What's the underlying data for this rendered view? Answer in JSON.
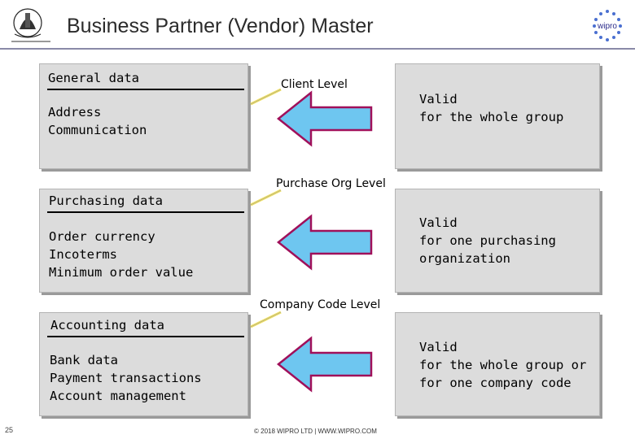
{
  "header": {
    "title": "Business Partner (Vendor) Master",
    "logo_left": "institution-logo",
    "logo_right_text": "wipro"
  },
  "rows": [
    {
      "left_title": "General data",
      "left_lines": [
        "Address",
        "Communication"
      ],
      "level_label": "Client Level",
      "right_lines": [
        "Valid",
        "for the whole group"
      ]
    },
    {
      "left_title": "Purchasing data",
      "left_lines": [
        "Order currency",
        "Incoterms",
        "Minimum order value"
      ],
      "level_label": "Purchase Org Level",
      "right_lines": [
        "Valid",
        "for one purchasing",
        "organization"
      ]
    },
    {
      "left_title": "Accounting data",
      "left_lines": [
        "Bank data",
        "Payment transactions",
        "Account management"
      ],
      "level_label": "Company Code Level",
      "right_lines": [
        "Valid",
        "for the whole group or",
        "for one company code"
      ]
    }
  ],
  "footer": {
    "page_number": "25",
    "copyright": "© 2018 WIPRO LTD | WWW.WIPRO.COM"
  },
  "colors": {
    "box_fill": "#dcdcdc",
    "arrow_fill": "#6ec6f0",
    "arrow_outline": "#a0105a",
    "pointer_line": "#f0e060"
  }
}
